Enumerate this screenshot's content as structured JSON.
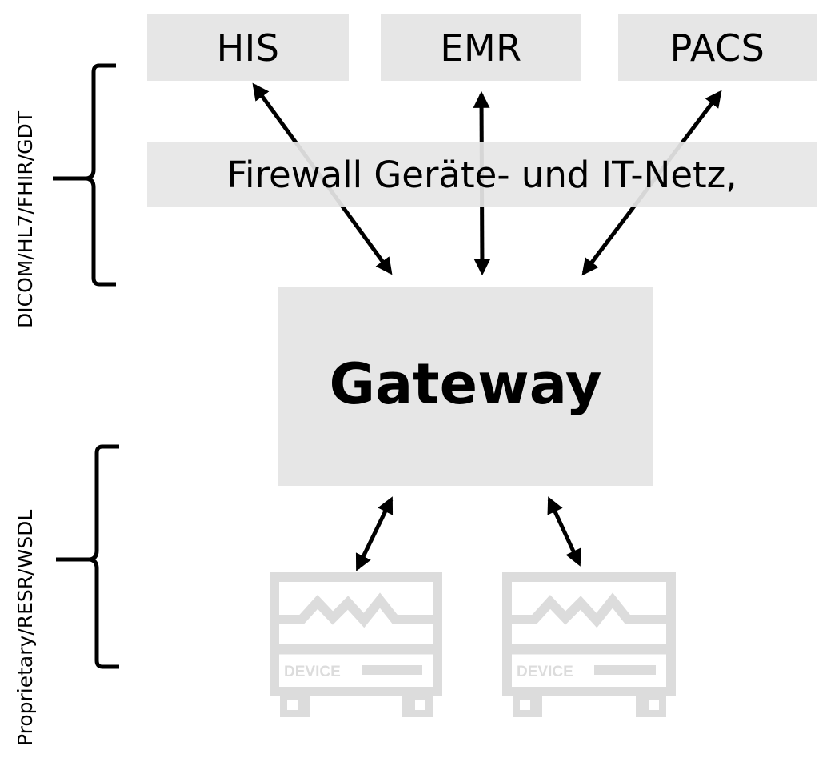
{
  "diagram": {
    "systems": [
      {
        "id": "his",
        "label": "HIS"
      },
      {
        "id": "emr",
        "label": "EMR"
      },
      {
        "id": "pacs",
        "label": "PACS"
      }
    ],
    "firewall": {
      "label": "Firewall Geräte- und IT-Netz,"
    },
    "gateway": {
      "label": "Gateway"
    },
    "devices": [
      {
        "label": "DEVICE"
      },
      {
        "label": "DEVICE"
      }
    ],
    "protocols": {
      "upper": "DICOM/HL7/FHIR/GDT",
      "lower": "Proprietary/RESR/WSDL"
    },
    "connections": [
      {
        "from": "HIS",
        "to": "Gateway",
        "direction": "bidirectional"
      },
      {
        "from": "EMR",
        "to": "Gateway",
        "direction": "bidirectional"
      },
      {
        "from": "PACS",
        "to": "Gateway",
        "direction": "bidirectional"
      },
      {
        "from": "Gateway",
        "to": "DEVICE 1",
        "direction": "bidirectional"
      },
      {
        "from": "Gateway",
        "to": "DEVICE 2",
        "direction": "bidirectional"
      }
    ],
    "colors": {
      "box_fill": "#e6e6e6",
      "device_gray": "#dcdcdc",
      "arrow": "#000000",
      "text": "#000000"
    }
  }
}
